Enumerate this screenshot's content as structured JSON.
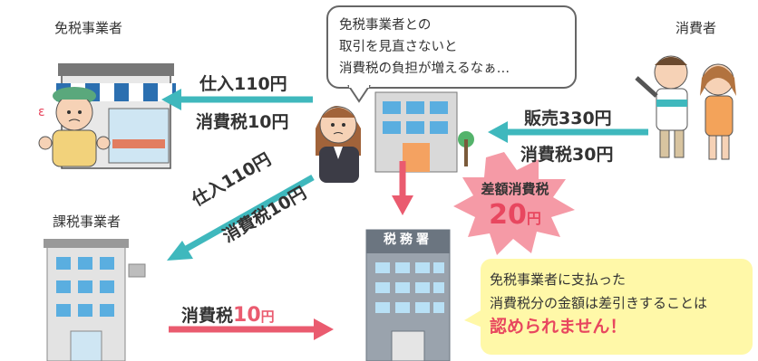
{
  "actors": {
    "exempt_business": "免税事業者",
    "consumer": "消費者",
    "taxable_business": "課税事業者",
    "tax_office": "税務署"
  },
  "speech_bubble": {
    "lines": [
      "免税事業者との",
      "取引を見直さないと",
      "消費税の負担が増えるなぁ…"
    ]
  },
  "arrows": {
    "to_exempt": {
      "line1": "仕入110円",
      "line2": "消費税10円"
    },
    "from_consumer": {
      "line1": "販売330円",
      "line2": "消費税30円"
    },
    "to_taxable": {
      "line1": "仕入110円",
      "line2": "消費税10円"
    },
    "taxable_to_office": {
      "prefix": "消費税",
      "amount": "10",
      "unit": "円"
    }
  },
  "burst": {
    "title": "差額消費税",
    "amount": "20",
    "unit": "円"
  },
  "note": {
    "line1": "免税事業者に支払った",
    "line2": "消費税分の金額は差引きすることは",
    "emphasis": "認められません！"
  },
  "colors": {
    "teal": "#3fb8bd",
    "pink": "#ea5b6f",
    "yellow": "#fff8a8",
    "burst": "#f59aa6"
  }
}
